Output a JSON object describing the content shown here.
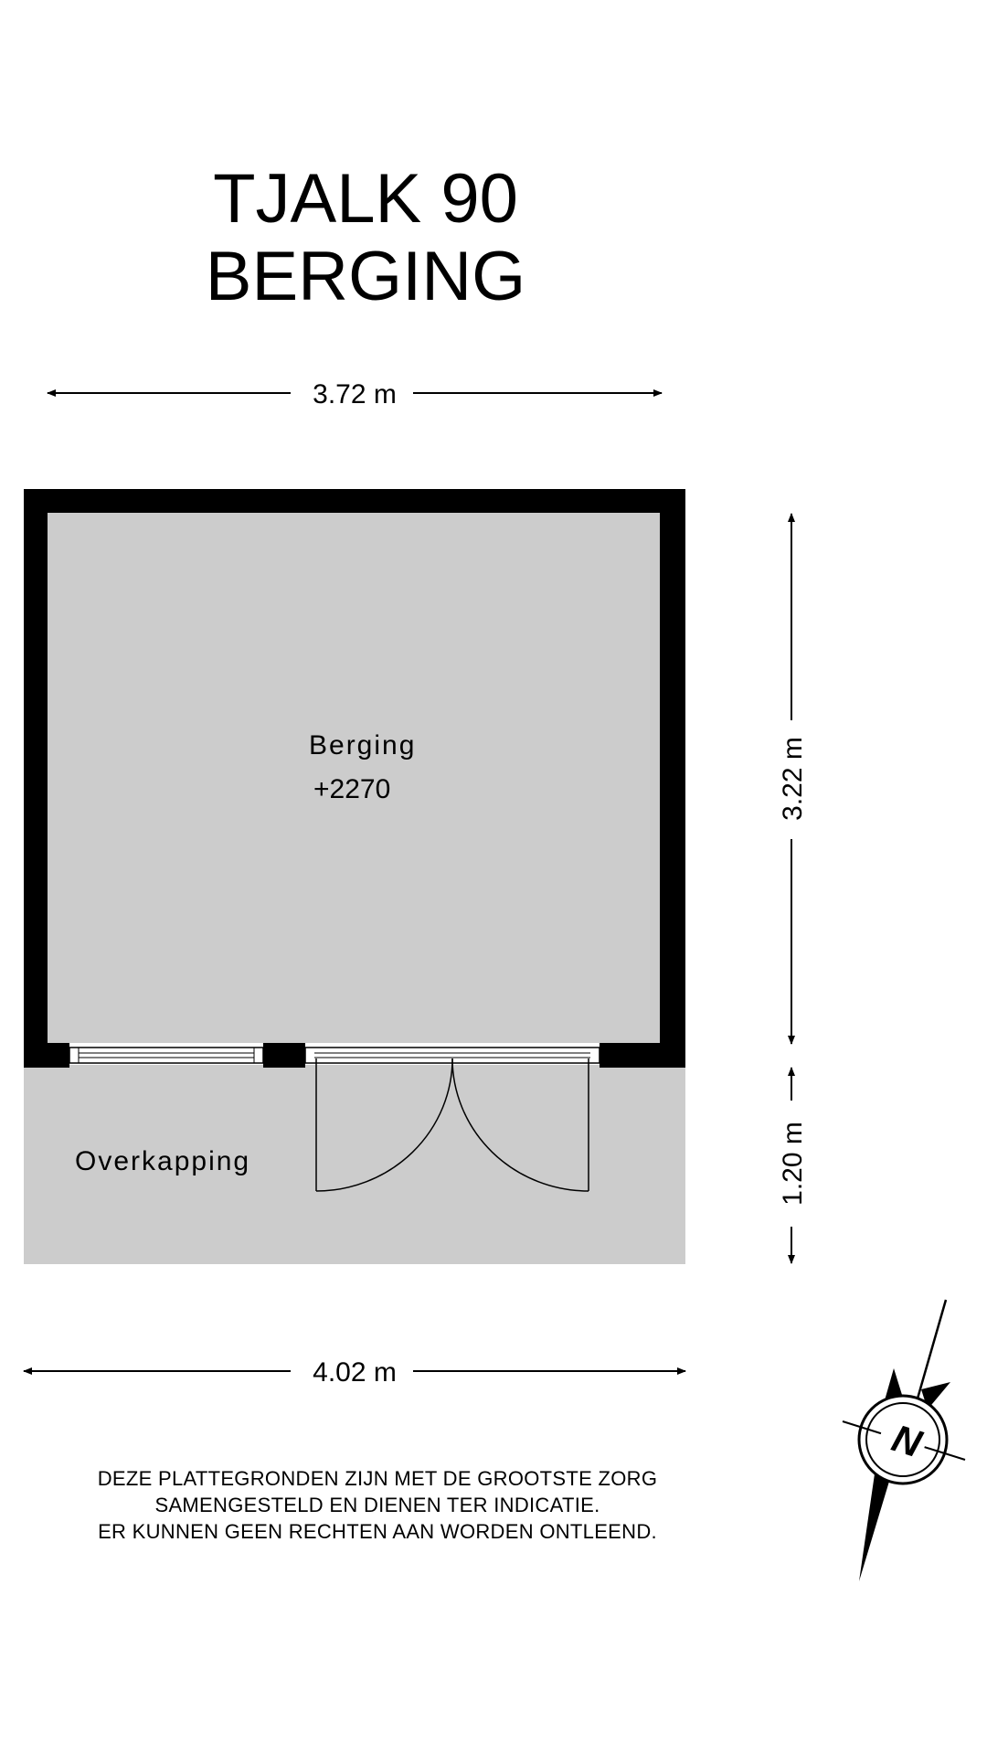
{
  "title": {
    "line1": "TJALK 90",
    "line2": "BERGING"
  },
  "rooms": {
    "berging": {
      "name": "Berging",
      "level": "+2270"
    },
    "overkapping": {
      "name": "Overkapping"
    }
  },
  "dimensions": {
    "top_width": "3.72 m",
    "bottom_width": "4.02 m",
    "right_height_upper": "3.22 m",
    "right_height_lower": "1.20 m"
  },
  "compass": {
    "label": "N"
  },
  "disclaimer": {
    "line1": "DEZE PLATTEGRONDEN ZIJN MET DE GROOTSTE ZORG",
    "line2": "SAMENGESTELD EN DIENEN TER INDICATIE.",
    "line3": "ER KUNNEN GEEN RECHTEN AAN WORDEN ONTLEEND."
  },
  "colors": {
    "wall": "#000000",
    "floor": "#cccccc",
    "background": "#ffffff"
  }
}
